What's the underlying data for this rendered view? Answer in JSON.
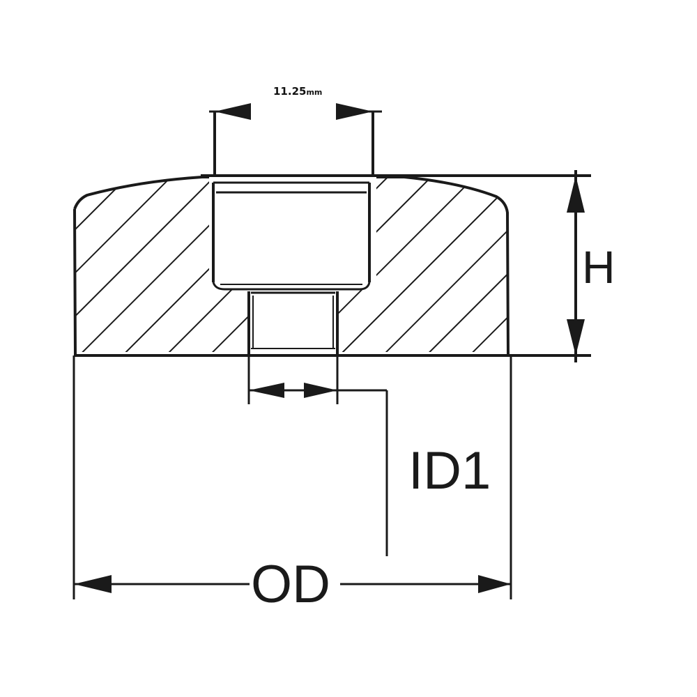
{
  "diagram": {
    "labels": {
      "top_dimension_value": "11.25",
      "top_dimension_unit": "mm",
      "height_label": "H",
      "inner_diameter_label": "ID1",
      "outer_diameter_label": "OD"
    },
    "colors": {
      "line": "#1a1a1a",
      "background": "#ffffff"
    }
  }
}
